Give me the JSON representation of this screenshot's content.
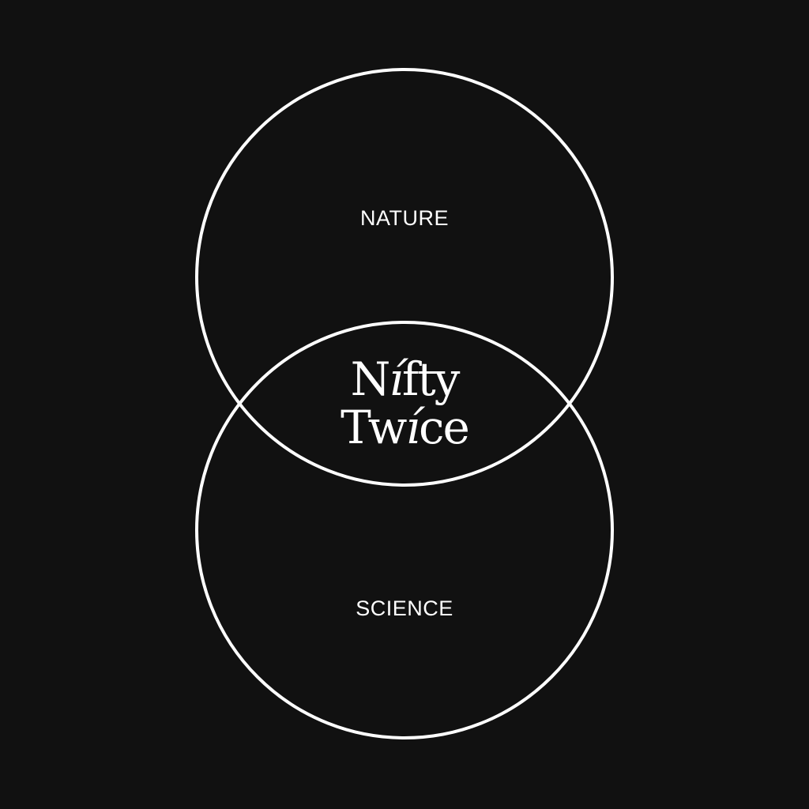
{
  "colors": {
    "background": "#111111",
    "stroke": "#ffffff",
    "text": "#ffffff"
  },
  "diagram": {
    "top_set_label": "NATURE",
    "bottom_set_label": "SCIENCE",
    "intersection_logo": {
      "line1_pre": "N",
      "line1_accent": "í",
      "line1_post": "fty",
      "line2_pre": "Tw",
      "line2_accent": "í",
      "line2_post": "ce"
    }
  }
}
